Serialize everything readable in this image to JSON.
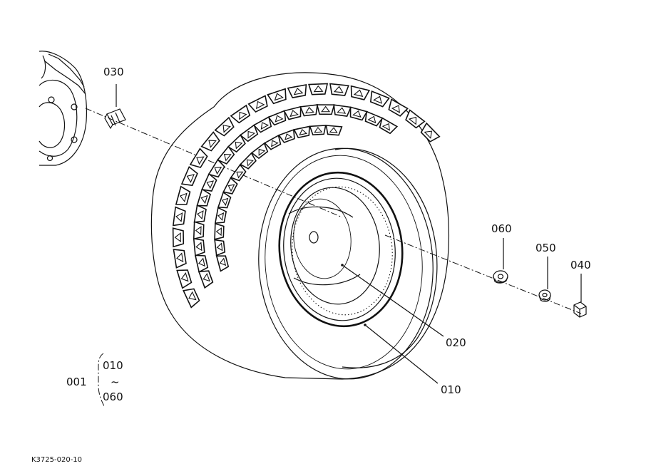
{
  "parts": {
    "p030": "030",
    "p060": "060",
    "p050": "050",
    "p040": "040",
    "p020": "020",
    "p010": "010",
    "set": "001",
    "range_start": "010",
    "range_sep": "~",
    "range_end": "060"
  },
  "drawing_ref": "K3725-020-10"
}
